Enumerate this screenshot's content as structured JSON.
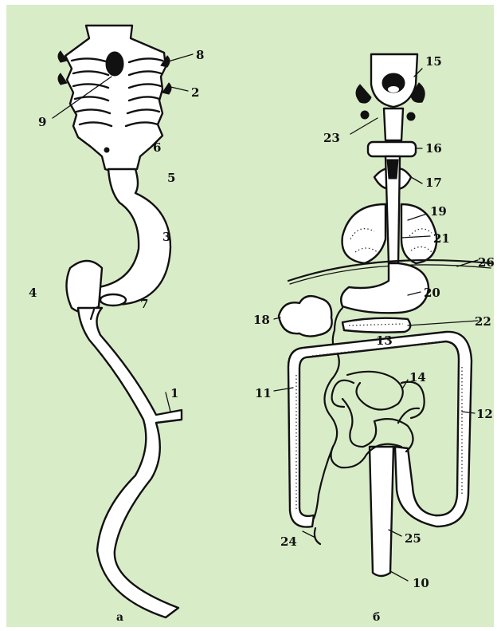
{
  "colors": {
    "background": "#d9ecc8",
    "ink": "#111111",
    "paper": "#ffffff"
  },
  "panel_a": {
    "caption": "а",
    "labels": {
      "n1": "1",
      "n2": "2",
      "n3": "3",
      "n4": "4",
      "n5": "5",
      "n6": "6",
      "n7": "7",
      "n8": "8",
      "n9": "9"
    }
  },
  "panel_b": {
    "caption": "б",
    "labels": {
      "n10": "10",
      "n11": "11",
      "n12": "12",
      "n13": "13",
      "n14": "14",
      "n15": "15",
      "n16": "16",
      "n17": "17",
      "n18": "18",
      "n19": "19",
      "n20": "20",
      "n21": "21",
      "n22": "22",
      "n23": "23",
      "n24": "24",
      "n25": "25",
      "n26": "26"
    }
  }
}
